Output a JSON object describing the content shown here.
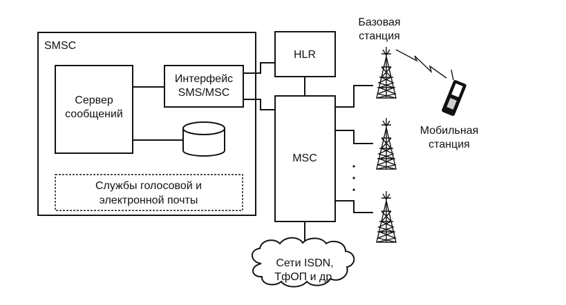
{
  "labels": {
    "smsc": "SMSC",
    "hlr": "HLR",
    "msc": "MSC",
    "message_server": [
      "Сервер",
      "сообщений"
    ],
    "interface": [
      "Интерфейс",
      "SMS/MSC"
    ],
    "voice_mail": [
      "Службы голосовой и",
      "электронной почты"
    ],
    "base_station": [
      "Базовая",
      "станция"
    ],
    "mobile_station": [
      "Мобильная",
      "станция"
    ],
    "networks": [
      "Сети ISDN,",
      "ТфОП и др."
    ]
  },
  "colors": {
    "ink": "#111111",
    "background": "#ffffff"
  }
}
